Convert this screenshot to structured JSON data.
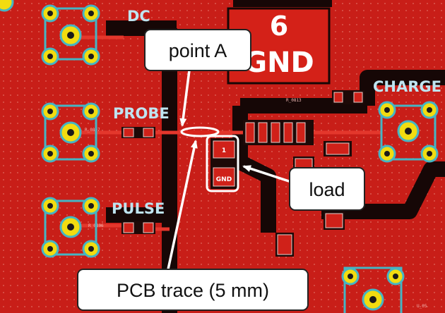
{
  "silkscreen": {
    "dc": "DC",
    "probe": "PROBE",
    "pulse": "PULSE",
    "charge": "CHARGE",
    "gnd_number": "6",
    "gnd_label": "GND",
    "load_pad_top": "1",
    "load_pad_bottom": "GND"
  },
  "callouts": {
    "point_a": "point A",
    "load": "load",
    "trace": "PCB trace (5 mm)"
  },
  "colors": {
    "board": "#c81e18",
    "trace": "#d8241c",
    "pad_gold": "#f2dc10",
    "pad_ring": "#45b5c4",
    "silkscreen": "#bfe4f0",
    "callout_border": "#222222"
  }
}
